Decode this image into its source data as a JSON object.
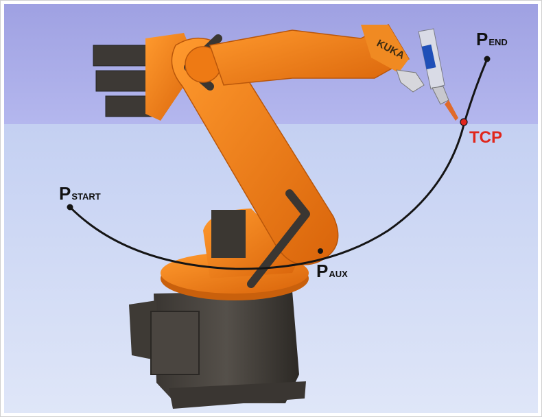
{
  "labels": {
    "start": {
      "main": "P",
      "sub": "START"
    },
    "aux": {
      "main": "P",
      "sub": "AUX"
    },
    "end": {
      "main": "P",
      "sub": "END"
    },
    "tcp": "TCP"
  },
  "logo_text": "KUKA",
  "colors": {
    "robot_orange": "#f07a10",
    "path": "#1a1a1a",
    "tcp_red": "#e0261c",
    "wall": "#a9abe6",
    "floor": "#c9d6f4"
  }
}
